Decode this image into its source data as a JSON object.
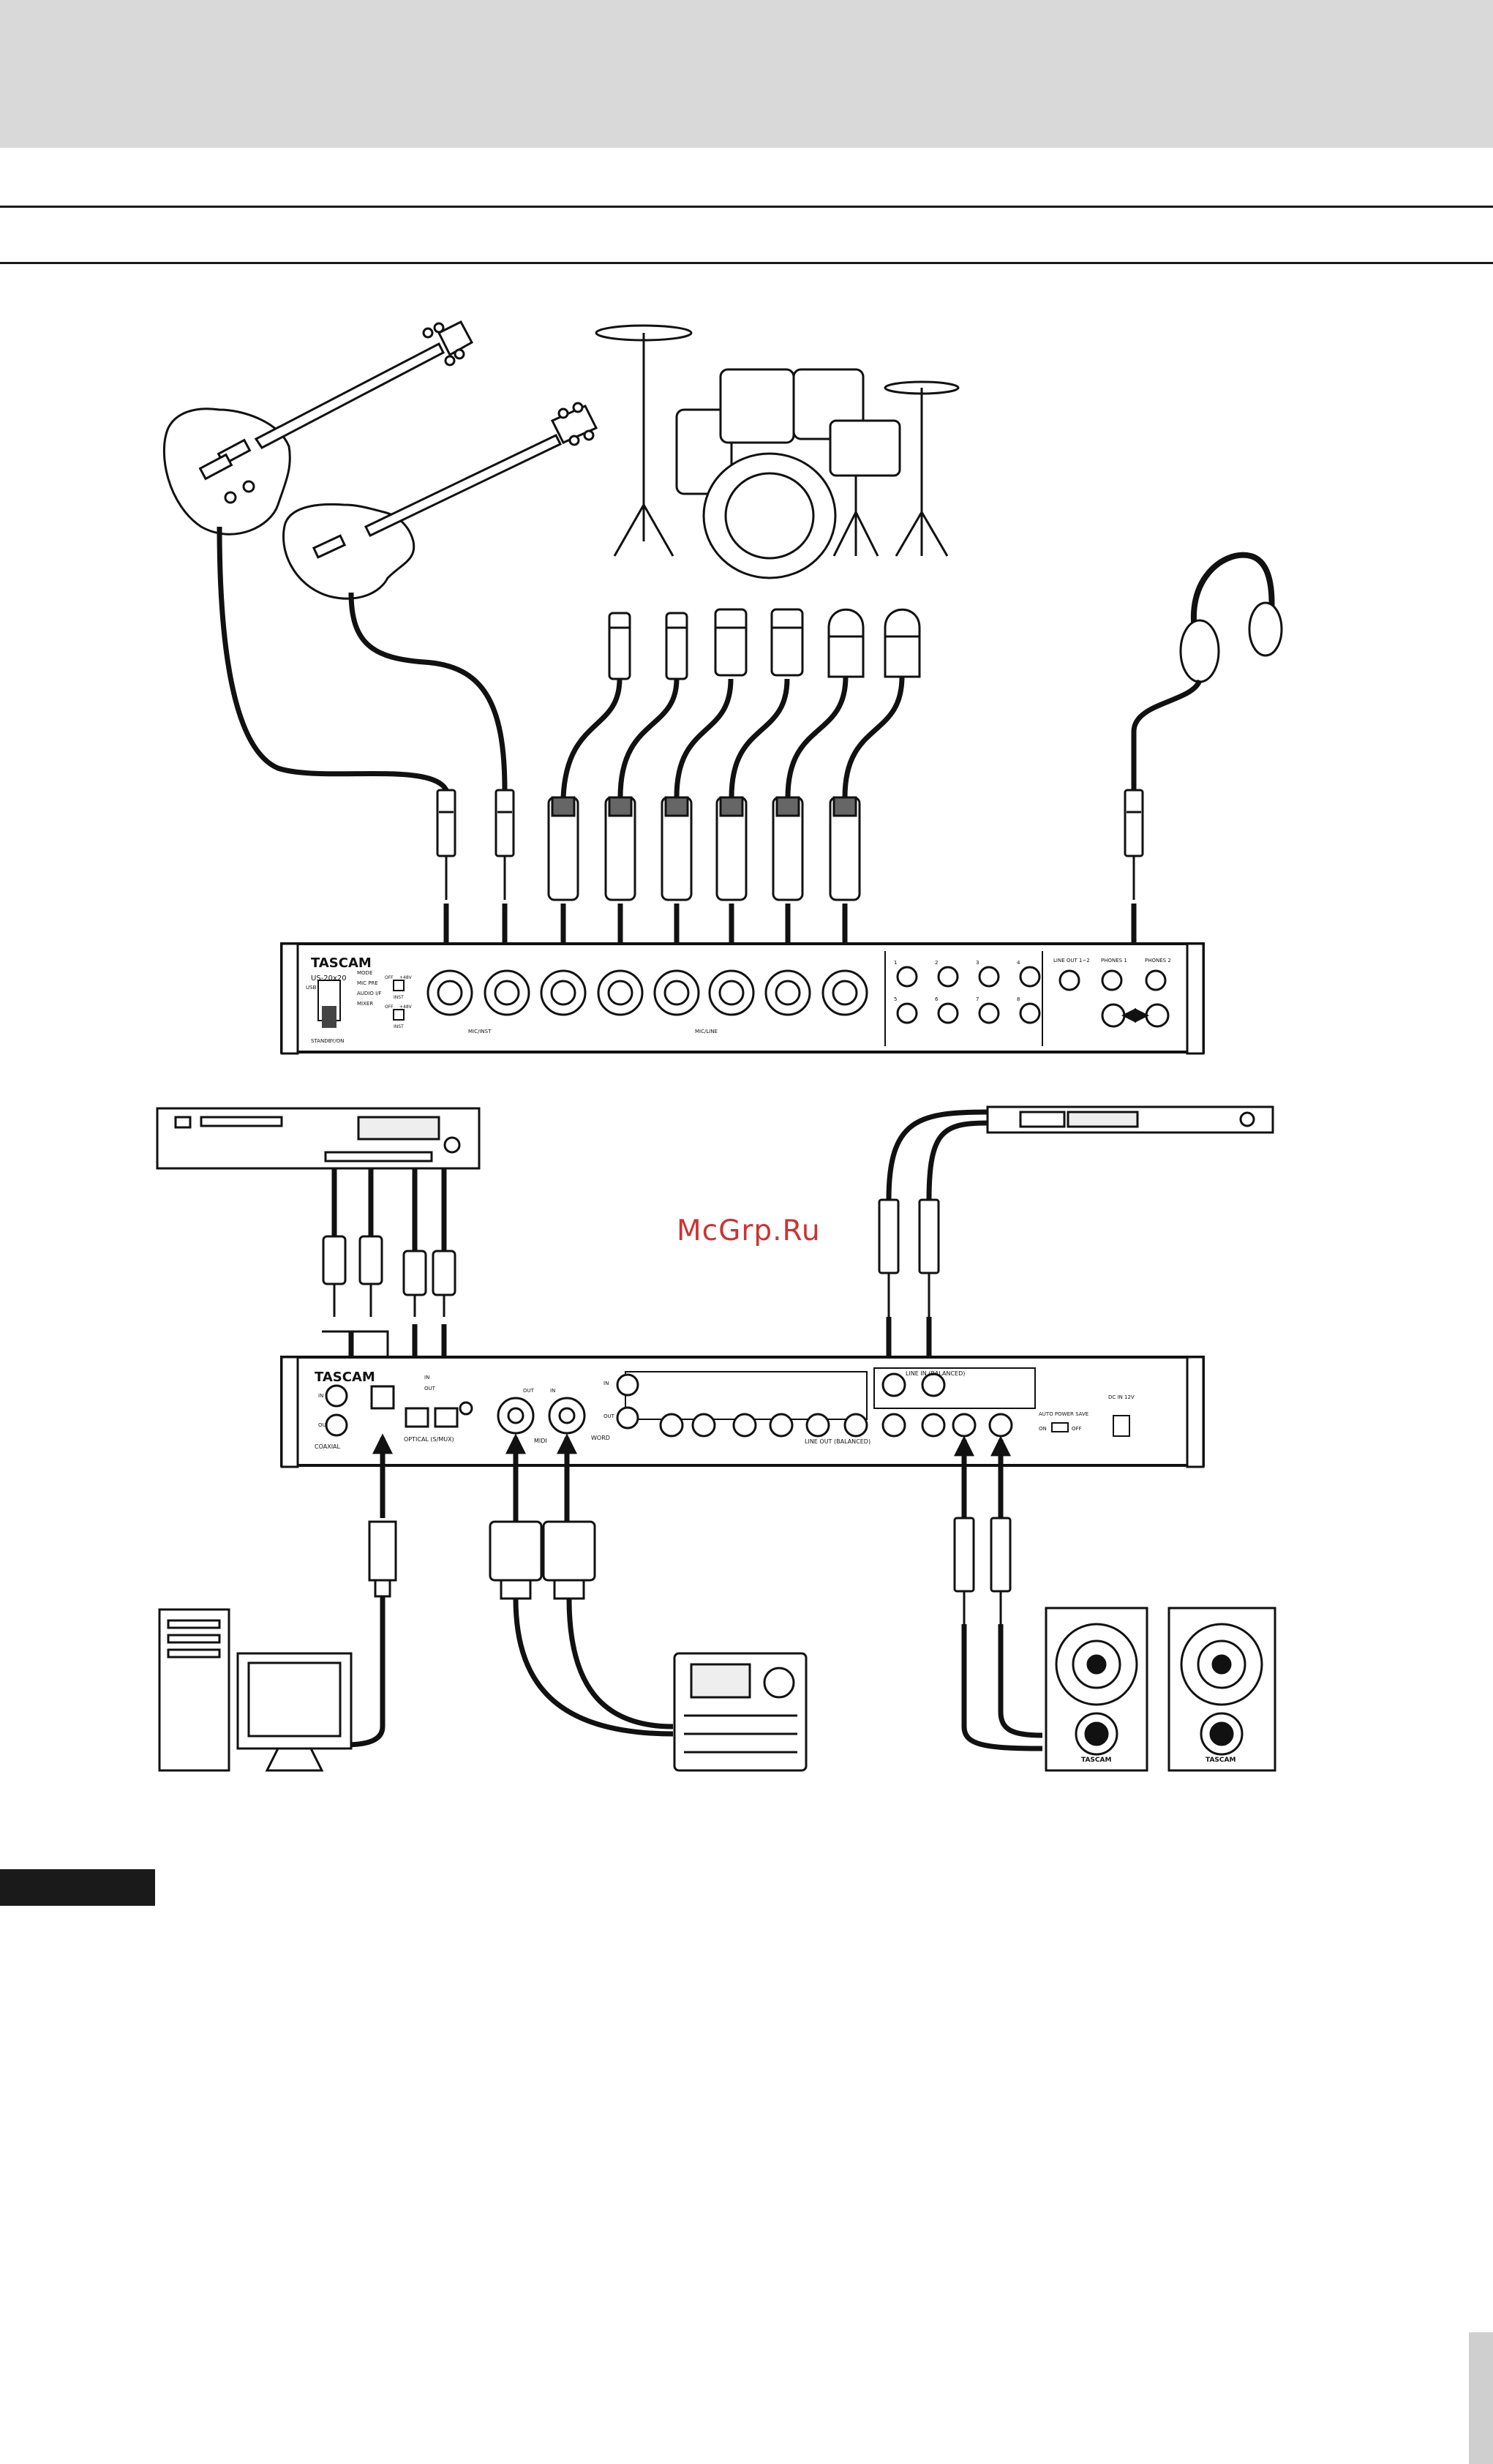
{
  "watermark": "McGrp.Ru",
  "front_panel": {
    "brand": "TASCAM",
    "model": "US-20x20",
    "mode_labels": [
      "MODE",
      "MIC PRE",
      "AUDIO I/F",
      "MIXER"
    ],
    "standby_label": "STANDBY/ON",
    "usb_label": "USB",
    "switch_labels": [
      "OFF",
      "+48V",
      "INST",
      "OFF",
      "+48V",
      "INST"
    ],
    "mic_inst_label": "MIC/INST",
    "mic_line_label": "MIC/LINE",
    "channel_numbers": [
      "1",
      "2",
      "3",
      "4",
      "5",
      "6",
      "7",
      "8"
    ],
    "line_out_label": "LINE OUT 1~2",
    "phones1_label": "PHONES 1",
    "phones2_label": "PHONES 2"
  },
  "rear_panel": {
    "brand": "TASCAM",
    "digital_in": "IN",
    "digital_out": "OUT",
    "coaxial_label": "COAXIAL",
    "optical_label": "OPTICAL (S/MUX)",
    "optical_in": "IN",
    "optical_out": "OUT",
    "midi_label": "MIDI",
    "midi_in": "IN",
    "midi_out": "OUT",
    "word_label": "WORD",
    "word_in": "IN",
    "word_out": "OUT",
    "line_in_label": "LINE IN (BALANCED)",
    "line_out_label": "LINE OUT (BALANCED)",
    "auto_power_save_label": "AUTO POWER SAVE",
    "on_label": "ON",
    "off_label": "OFF",
    "dc_in_label": "DC IN 12V"
  },
  "speaker_brand": "TASCAM",
  "icons": [
    "electric-guitar-icon",
    "bass-guitar-icon",
    "drum-kit-icon",
    "microphone-icon",
    "headphones-icon",
    "cd-player-icon",
    "rack-effects-icon",
    "computer-icon",
    "drum-machine-icon",
    "monitor-speaker-icon"
  ]
}
